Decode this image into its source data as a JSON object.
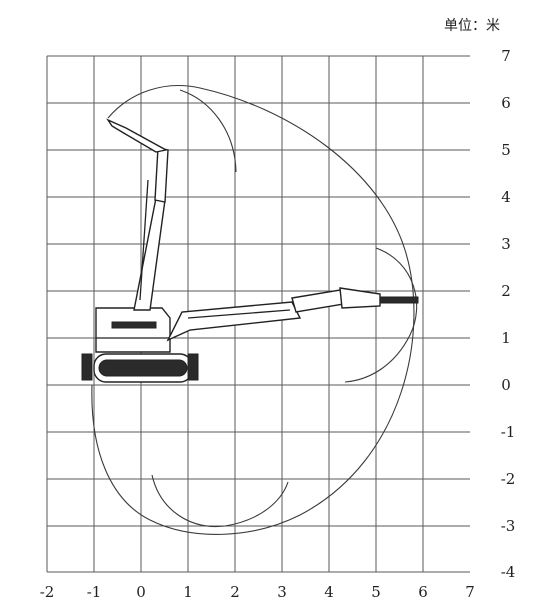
{
  "unit_label": "单位：米",
  "x_axis": {
    "range": [
      -2,
      7
    ],
    "ticks": [
      "-2",
      "-1",
      "0",
      "1",
      "2",
      "3",
      "4",
      "5",
      "6",
      "7"
    ]
  },
  "y_axis": {
    "range": [
      -4,
      7
    ],
    "ticks": [
      "7",
      "6",
      "5",
      "4",
      "3",
      "2",
      "1",
      "0",
      "-1",
      "-2",
      "-3",
      "-4"
    ]
  },
  "grid": true,
  "drawing": "demolition-robot-working-range",
  "colors": {
    "line": "#3a3a3a",
    "grid": "#5a5a5a",
    "background": "#ffffff"
  }
}
